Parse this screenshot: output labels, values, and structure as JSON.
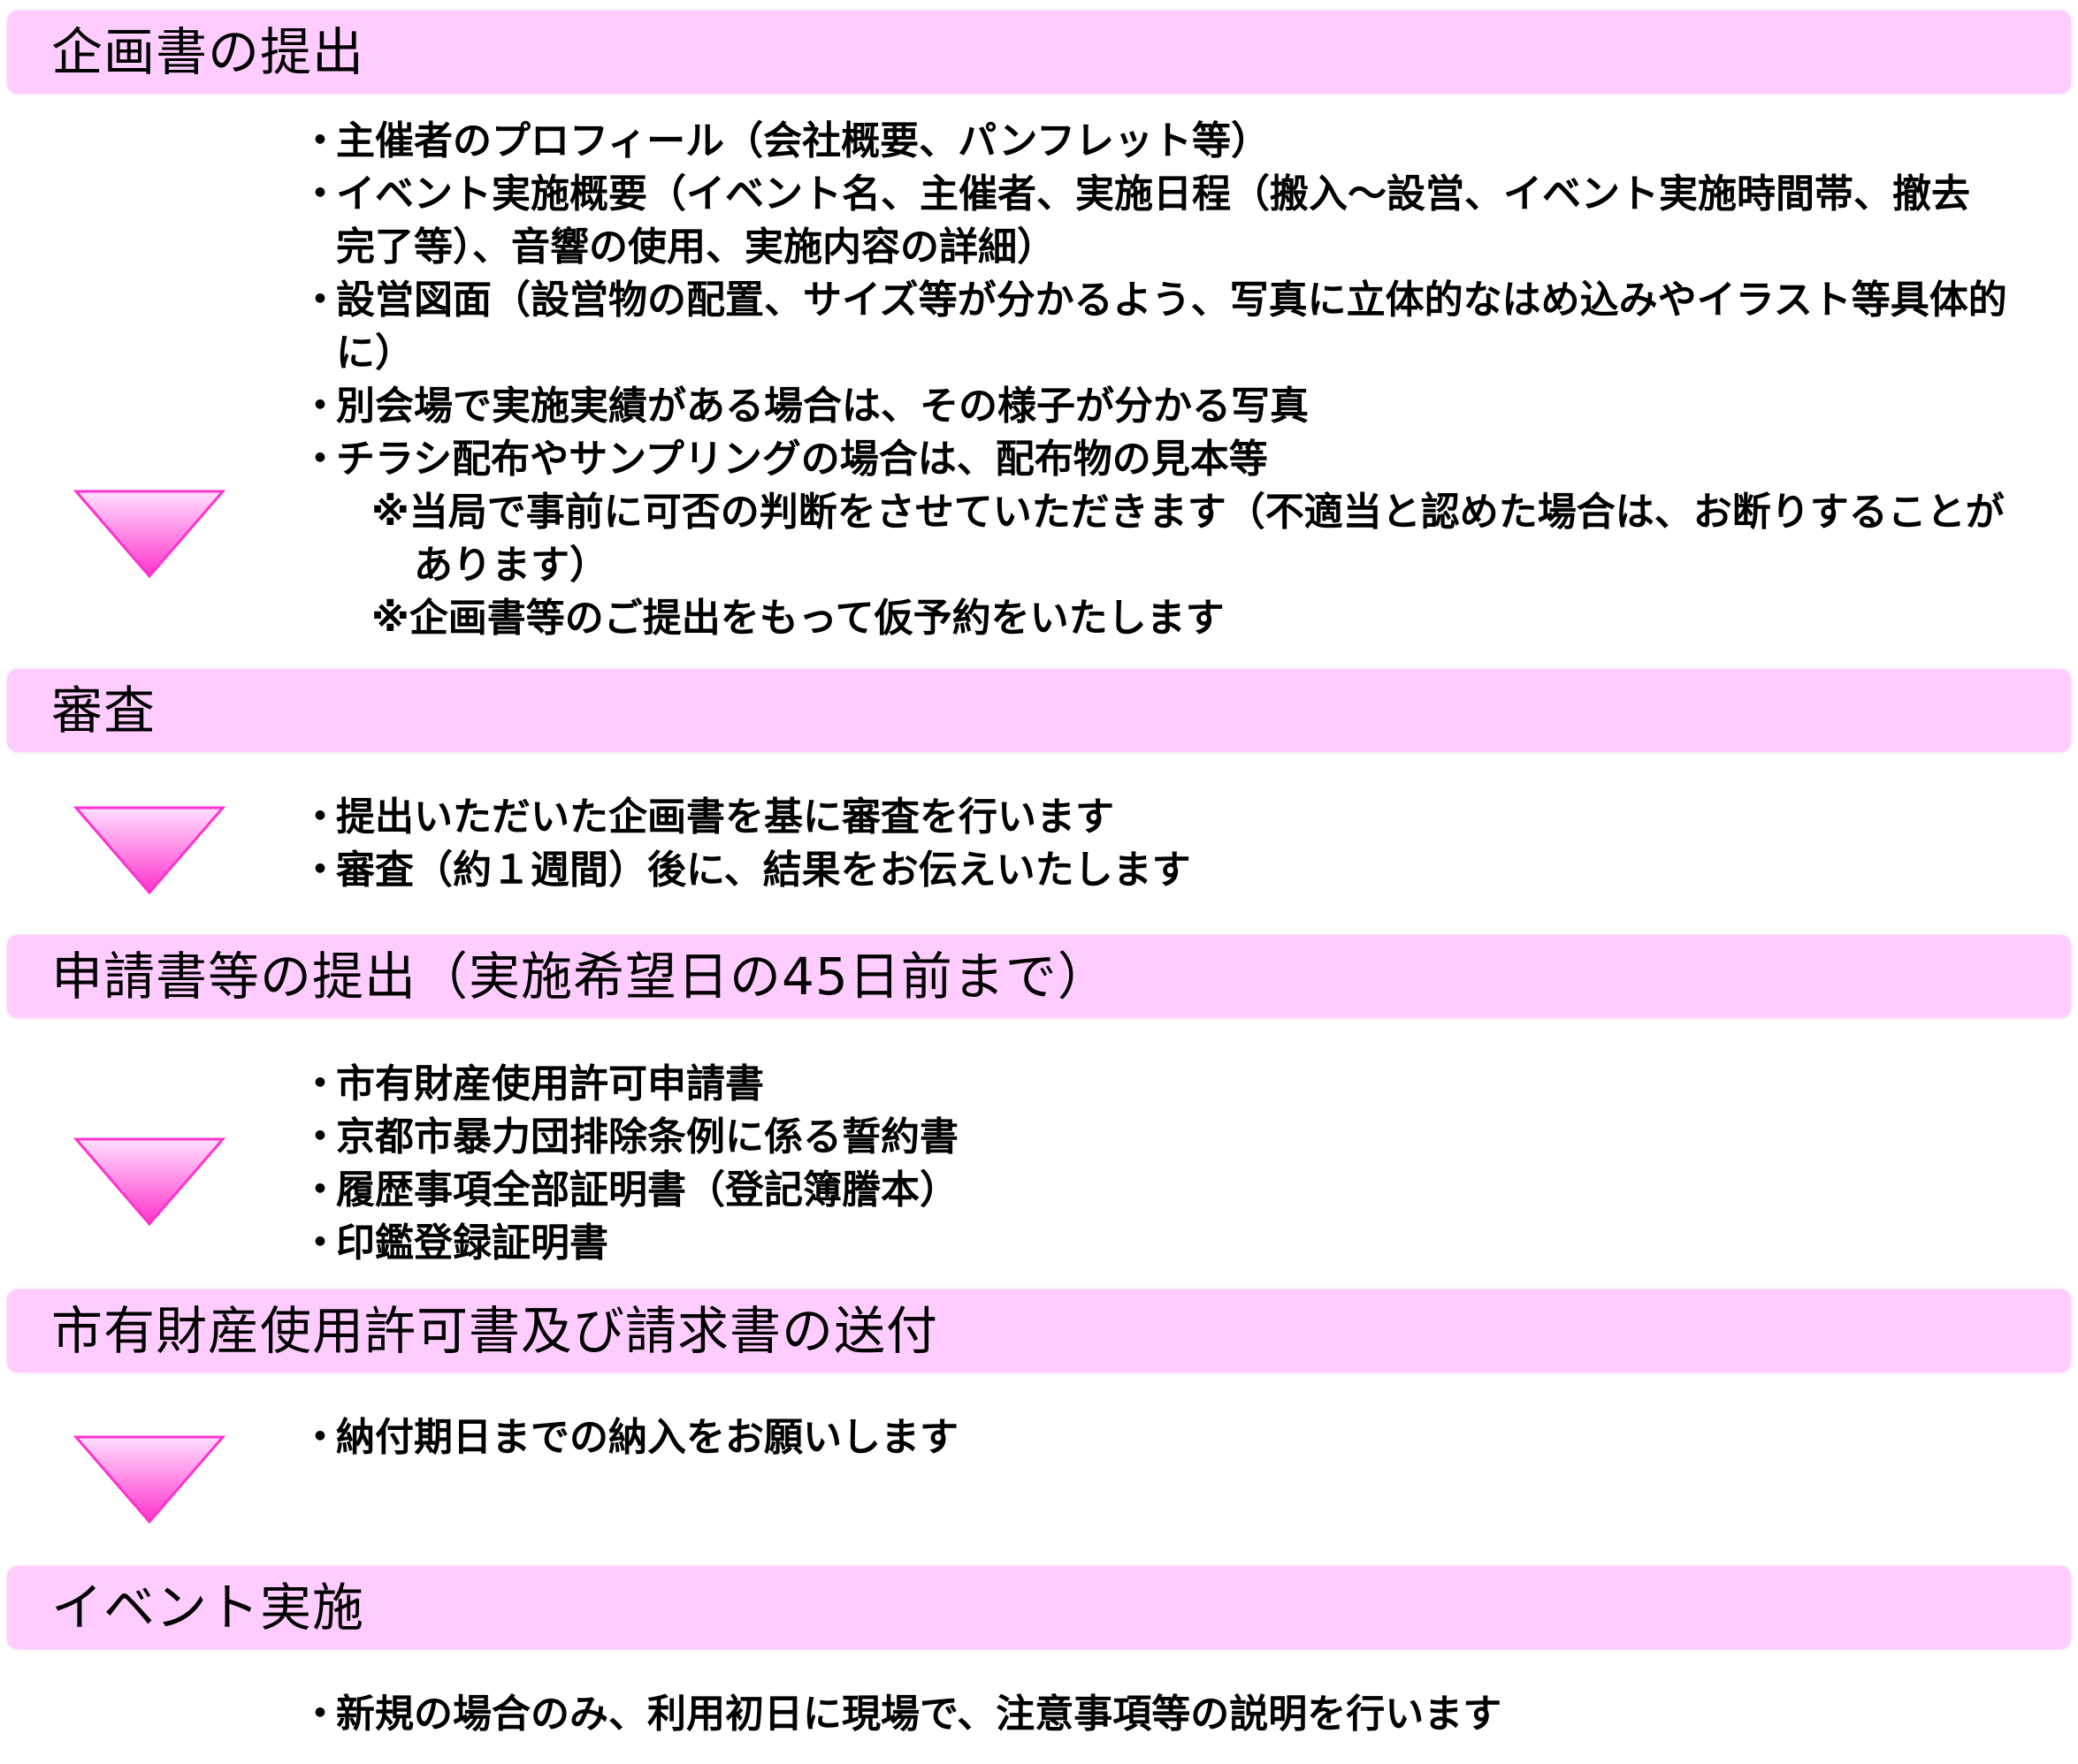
{
  "colors": {
    "bar_fill": "#ffccff",
    "arrow_light": "#ffd6ff",
    "arrow_dark": "#ff33cc"
  },
  "steps": [
    {
      "title": "企画書の提出",
      "items": [
        "主催者のプロフィール（会社概要、パンフレット等）",
        "イベント実施概要（イベント名、主催者、実施日程（搬入～設営、イベント実施時間帯、撤去完了等）、音響の使用、実施内容の詳細）",
        "設営図面（設営物の配置、サイズ等が分かるよう、写真に立体的なはめ込みやイラスト等具体的に）",
        "別会場で実施実績がある場合は、その様子が分かる写真",
        "チラシ配布やサンプリングの場合は、配布物の見本等"
      ],
      "notes": [
        "※当局で事前に可否の判断をさせていただきます（不適当と認めた場合は、お断りすることがあります）",
        "※企画書等のご提出をもって仮予約をいたします"
      ]
    },
    {
      "title": "審査",
      "items": [
        "提出いただいた企画書を基に審査を行います",
        "審査（約１週間）後に、結果をお伝えいたします"
      ]
    },
    {
      "title": "申請書等の提出（実施希望日の45日前まで）",
      "items": [
        "市有財産使用許可申請書",
        "京都市暴力団排除条例に係る誓約書",
        "履歴事項全部証明書（登記簿謄本）",
        "印鑑登録証明書"
      ]
    },
    {
      "title": "市有財産使用許可書及び請求書の送付",
      "items": [
        "納付期日までの納入をお願いします"
      ]
    },
    {
      "title": "イベント実施",
      "items": [
        "新規の場合のみ、利用初日に現場で、注意事項等の説明を行います"
      ]
    }
  ],
  "bullet_mark": "・"
}
